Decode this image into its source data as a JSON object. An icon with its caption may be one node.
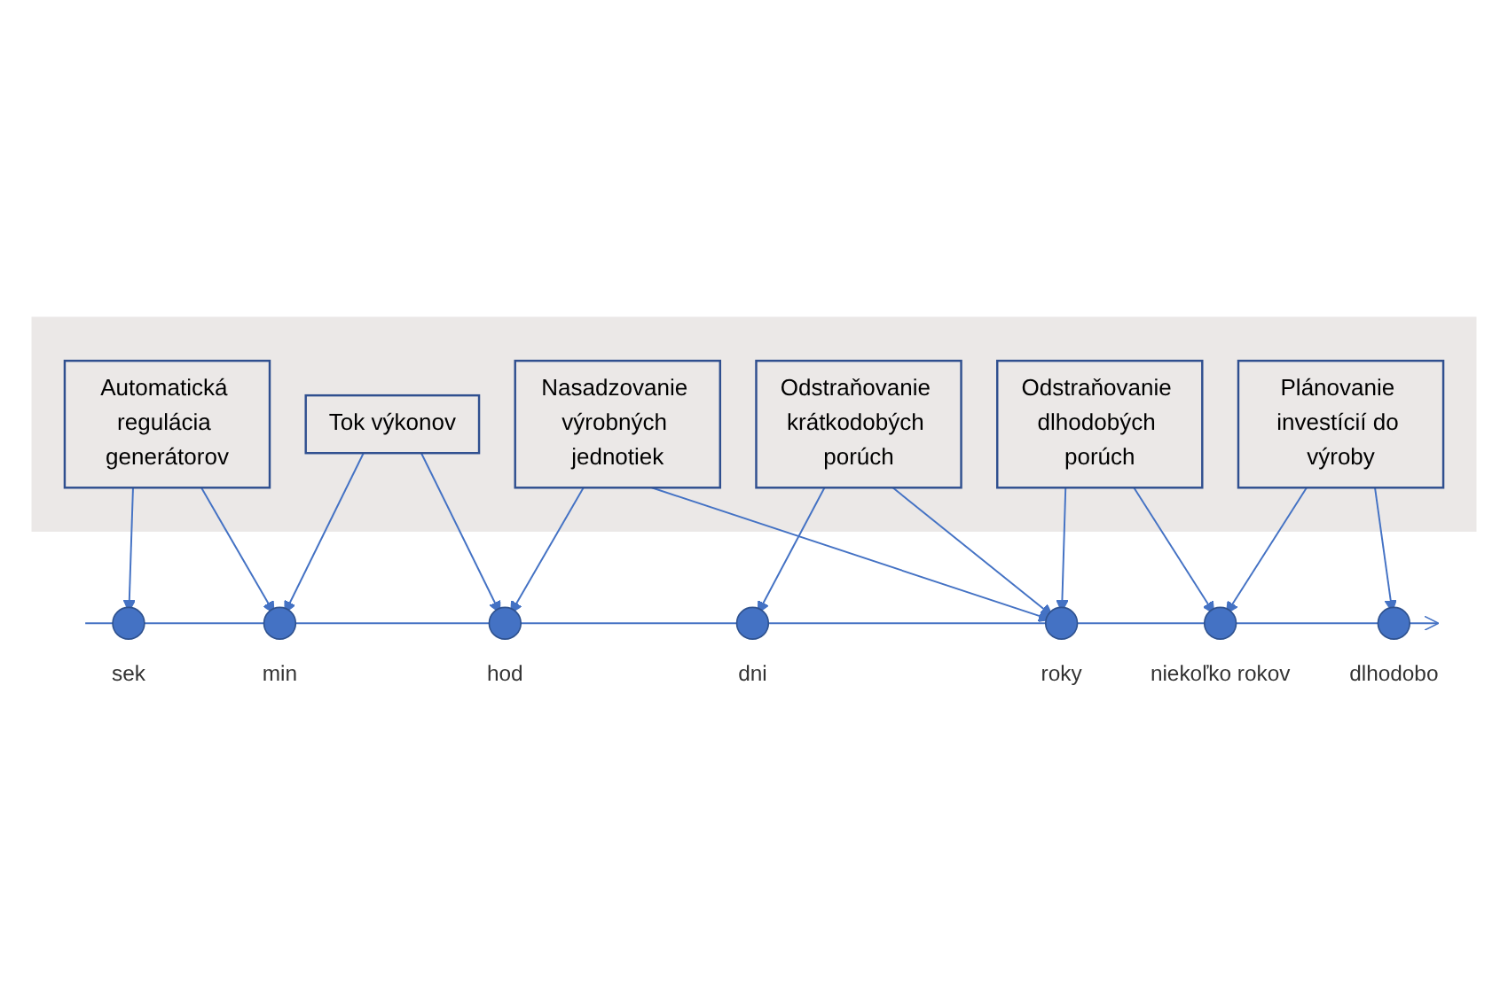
{
  "diagram": {
    "nodes": [
      {
        "text": [],
        "shape": "arrow"
      },
      {
        "text": [
          "Automatická regulácia generátorov"
        ],
        "in": 0
      },
      {
        "text": [
          "Tok výkonov"
        ],
        "in": 0
      },
      {
        "text": [
          "Nasadzovanie výrobných jednotiek"
        ],
        "in": 0
      },
      {
        "text": [
          "Odstraňovanie krátkodobých porúch"
        ],
        "in": 0
      },
      {
        "text": [
          "Odstraňovanie dlhodobých porúch"
        ],
        "in": 0
      },
      {
        "text": [
          "Plánovanie investícií do výroby"
        ],
        "in": 0
      },
      {
        "text": [],
        "shape": "circle",
        "beside": [
          "sek"
        ]
      },
      {
        "text": [],
        "shape": "circle",
        "beside": [
          "min"
        ]
      },
      {
        "text": [],
        "shape": "circle",
        "beside": [
          "hod"
        ]
      },
      {
        "text": [],
        "shape": "circle",
        "beside": [
          "dni"
        ]
      },
      {
        "text": [],
        "shape": "circle",
        "beside": [
          "roky"
        ]
      },
      {
        "text": [],
        "shape": "circle",
        "beside": [
          "niekoľko rokov"
        ]
      },
      {
        "text": [],
        "shape": "circle",
        "beside": [
          "dlhodobo"
        ]
      }
    ],
    "edges": [
      {
        "from": 1,
        "to": 7,
        "arrow": "to"
      },
      {
        "from": 1,
        "to": 8,
        "arrow": "to"
      },
      {
        "from": 2,
        "to": 8,
        "arrow": "to"
      },
      {
        "from": 2,
        "to": 9,
        "arrow": "to"
      },
      {
        "from": 3,
        "to": 9,
        "arrow": "to"
      },
      {
        "from": 3,
        "to": 11,
        "arrow": "to"
      },
      {
        "from": 4,
        "to": 10,
        "arrow": "to"
      },
      {
        "from": 4,
        "to": 11,
        "arrow": "to"
      },
      {
        "from": 5,
        "to": 11,
        "arrow": "to"
      },
      {
        "from": 5,
        "to": 12,
        "arrow": "to"
      },
      {
        "from": 6,
        "to": 12,
        "arrow": "to"
      },
      {
        "from": 6,
        "to": 13,
        "arrow": "to"
      }
    ]
  }
}
